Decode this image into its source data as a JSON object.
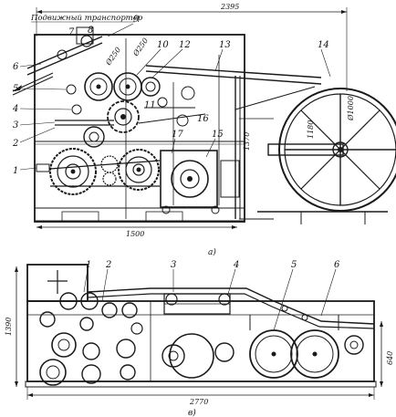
{
  "top_view": {
    "feed_label": "Подвижный транспортер",
    "caption": "а)",
    "dims": {
      "total_length": "2395",
      "base_length": "1500",
      "height": "1370",
      "wheel_height": "1180"
    },
    "roll_labels": {
      "d1": "Ø250",
      "d2": "Ø250",
      "d3": "Ø1000"
    },
    "callouts": [
      "1",
      "2",
      "3",
      "4",
      "5",
      "6",
      "7",
      "8",
      "9",
      "10",
      "11",
      "12",
      "13",
      "14",
      "15",
      "16",
      "17"
    ]
  },
  "bottom_view": {
    "caption": "в)",
    "dims": {
      "length": "2770",
      "height": "1390",
      "base_height": "640"
    },
    "callouts": [
      "1",
      "2",
      "3",
      "4",
      "5",
      "6"
    ]
  }
}
